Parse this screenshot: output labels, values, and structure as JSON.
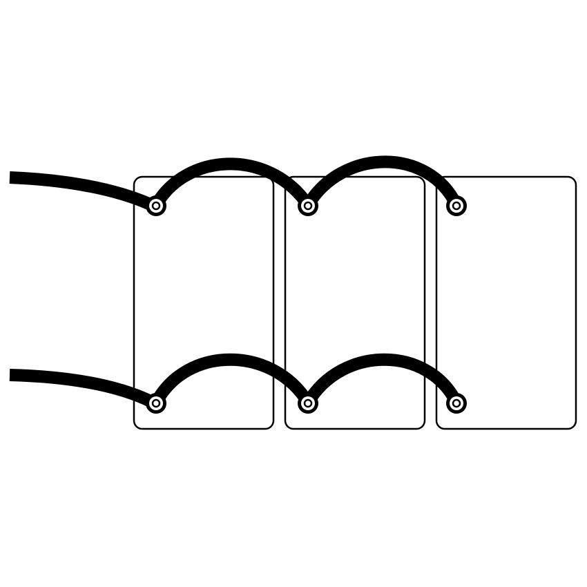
{
  "diagram": {
    "panels": [
      {
        "id": "panel-1"
      },
      {
        "id": "panel-2"
      },
      {
        "id": "panel-3"
      }
    ],
    "cable_rows": [
      {
        "id": "top-cable"
      },
      {
        "id": "bottom-cable"
      }
    ],
    "connectors_per_row": 3,
    "colors": {
      "background": "#ffffff",
      "panel_stroke": "#000000",
      "cable": "#000000",
      "terminal_fill": "#ffffff"
    },
    "icons": {
      "terminal": "ring-terminal-icon",
      "cable": "cable-icon"
    }
  }
}
